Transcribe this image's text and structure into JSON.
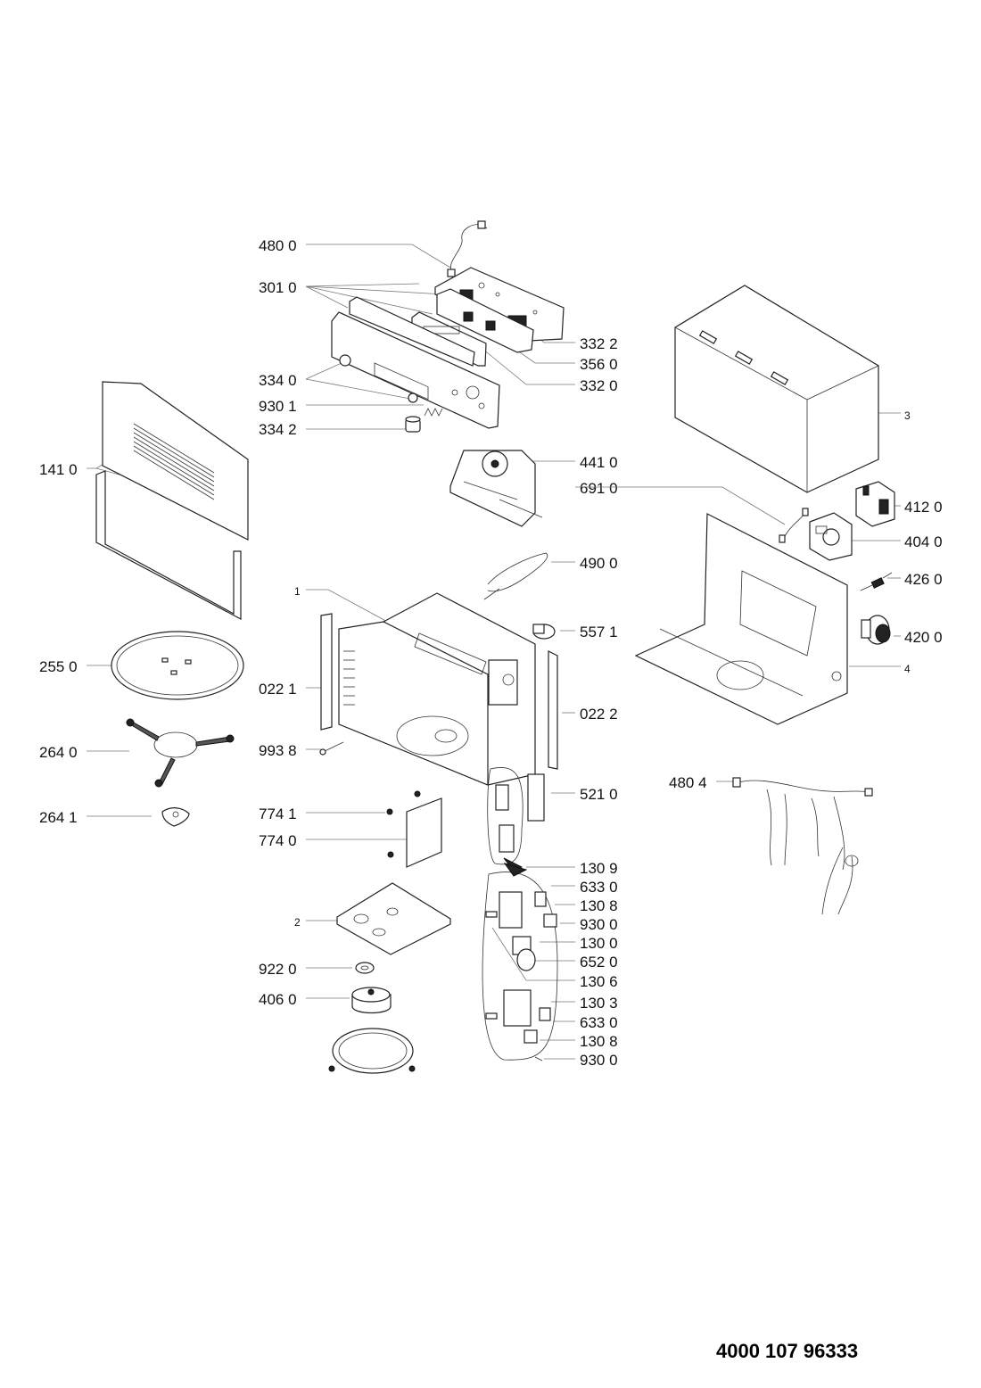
{
  "document_number": "4000 107 96333",
  "callouts": [
    {
      "id": "c-480-0",
      "text": "480 0"
    },
    {
      "id": "c-301-0",
      "text": "301 0"
    },
    {
      "id": "c-332-2",
      "text": "332 2"
    },
    {
      "id": "c-356-0",
      "text": "356 0"
    },
    {
      "id": "c-332-0",
      "text": "332 0"
    },
    {
      "id": "c-334-0",
      "text": "334 0"
    },
    {
      "id": "c-930-1",
      "text": "930 1"
    },
    {
      "id": "c-334-2",
      "text": "334 2"
    },
    {
      "id": "c-141-0",
      "text": "141 0"
    },
    {
      "id": "c-441-0",
      "text": "441 0"
    },
    {
      "id": "c-691-0",
      "text": "691 0"
    },
    {
      "id": "c-3",
      "text": "3"
    },
    {
      "id": "c-412-0",
      "text": "412 0"
    },
    {
      "id": "c-404-0",
      "text": "404 0"
    },
    {
      "id": "c-490-0",
      "text": "490 0"
    },
    {
      "id": "c-426-0",
      "text": "426 0"
    },
    {
      "id": "c-1",
      "text": "1"
    },
    {
      "id": "c-557-1",
      "text": "557 1"
    },
    {
      "id": "c-420-0",
      "text": "420 0"
    },
    {
      "id": "c-255-0",
      "text": "255 0"
    },
    {
      "id": "c-022-1",
      "text": "022 1"
    },
    {
      "id": "c-4",
      "text": "4"
    },
    {
      "id": "c-022-2",
      "text": "022 2"
    },
    {
      "id": "c-264-0",
      "text": "264 0"
    },
    {
      "id": "c-993-8",
      "text": "993 8"
    },
    {
      "id": "c-480-4",
      "text": "480 4"
    },
    {
      "id": "c-521-0",
      "text": "521 0"
    },
    {
      "id": "c-264-1",
      "text": "264 1"
    },
    {
      "id": "c-774-1",
      "text": "774 1"
    },
    {
      "id": "c-774-0",
      "text": "774 0"
    },
    {
      "id": "c-130-9",
      "text": "130 9"
    },
    {
      "id": "c-633-0a",
      "text": "633 0"
    },
    {
      "id": "c-130-8a",
      "text": "130 8"
    },
    {
      "id": "c-2",
      "text": "2"
    },
    {
      "id": "c-930-0a",
      "text": "930 0"
    },
    {
      "id": "c-130-0",
      "text": "130 0"
    },
    {
      "id": "c-652-0",
      "text": "652 0"
    },
    {
      "id": "c-922-0",
      "text": "922 0"
    },
    {
      "id": "c-130-6",
      "text": "130 6"
    },
    {
      "id": "c-406-0",
      "text": "406 0"
    },
    {
      "id": "c-130-3",
      "text": "130 3"
    },
    {
      "id": "c-633-0b",
      "text": "633 0"
    },
    {
      "id": "c-130-8b",
      "text": "130 8"
    },
    {
      "id": "c-930-0b",
      "text": "930 0"
    }
  ]
}
